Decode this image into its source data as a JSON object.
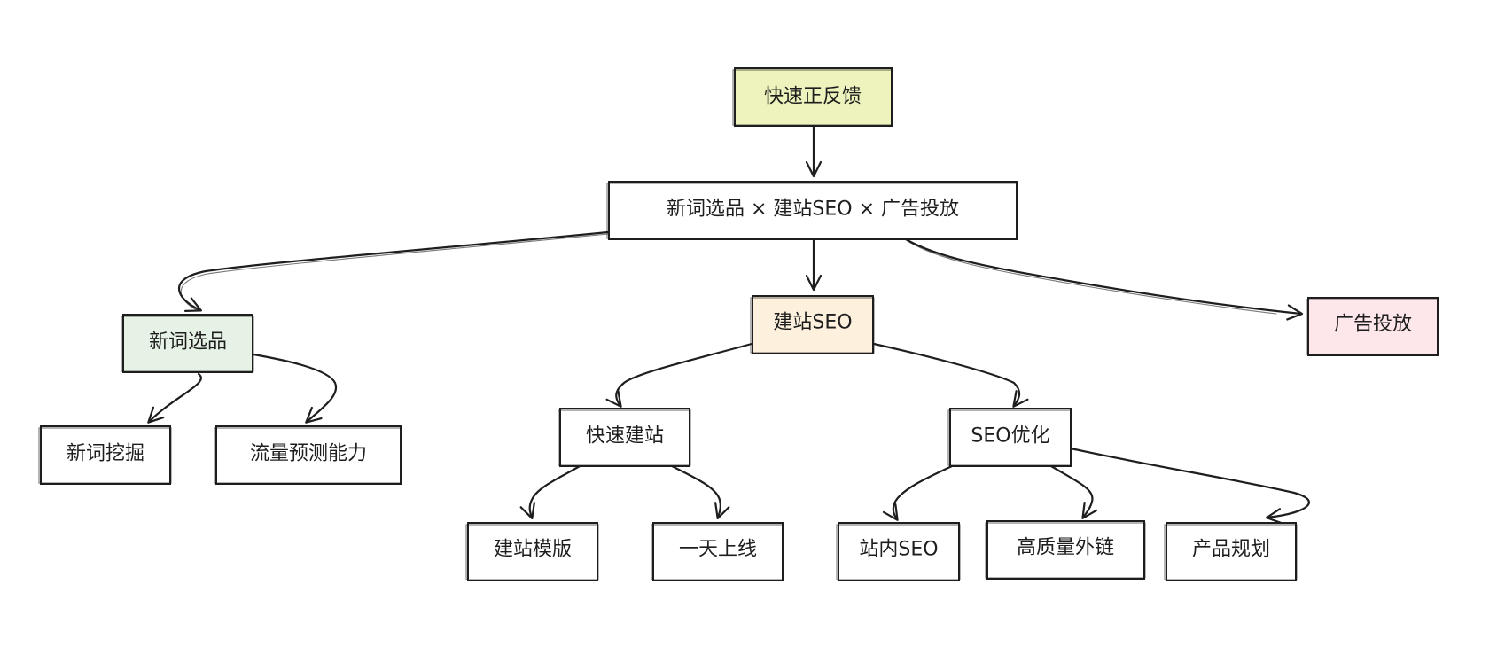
{
  "diagram": {
    "nodes": {
      "root": {
        "label": "快速正反馈",
        "fill": "#eef3bd"
      },
      "combo": {
        "label": "新词选品 × 建站SEO × 广告投放",
        "fill": "#ffffff"
      },
      "selection": {
        "label": "新词选品",
        "fill": "#e6f2e6"
      },
      "seo": {
        "label": "建站SEO",
        "fill": "#fdf0dc"
      },
      "ads": {
        "label": "广告投放",
        "fill": "#fde7ea"
      },
      "mining": {
        "label": "新词挖掘",
        "fill": "#ffffff"
      },
      "forecast": {
        "label": "流量预测能力",
        "fill": "#ffffff"
      },
      "fastsite": {
        "label": "快速建站",
        "fill": "#ffffff"
      },
      "seoopt": {
        "label": "SEO优化",
        "fill": "#ffffff"
      },
      "template": {
        "label": "建站模版",
        "fill": "#ffffff"
      },
      "oneday": {
        "label": "一天上线",
        "fill": "#ffffff"
      },
      "onsite": {
        "label": "站内SEO",
        "fill": "#ffffff"
      },
      "backlinks": {
        "label": "高质量外链",
        "fill": "#ffffff"
      },
      "planning": {
        "label": "产品规划",
        "fill": "#ffffff"
      }
    },
    "edges": [
      [
        "root",
        "combo"
      ],
      [
        "combo",
        "selection"
      ],
      [
        "combo",
        "seo"
      ],
      [
        "combo",
        "ads"
      ],
      [
        "selection",
        "mining"
      ],
      [
        "selection",
        "forecast"
      ],
      [
        "seo",
        "fastsite"
      ],
      [
        "seo",
        "seoopt"
      ],
      [
        "fastsite",
        "template"
      ],
      [
        "fastsite",
        "oneday"
      ],
      [
        "seoopt",
        "onsite"
      ],
      [
        "seoopt",
        "backlinks"
      ],
      [
        "seoopt",
        "planning"
      ]
    ]
  }
}
